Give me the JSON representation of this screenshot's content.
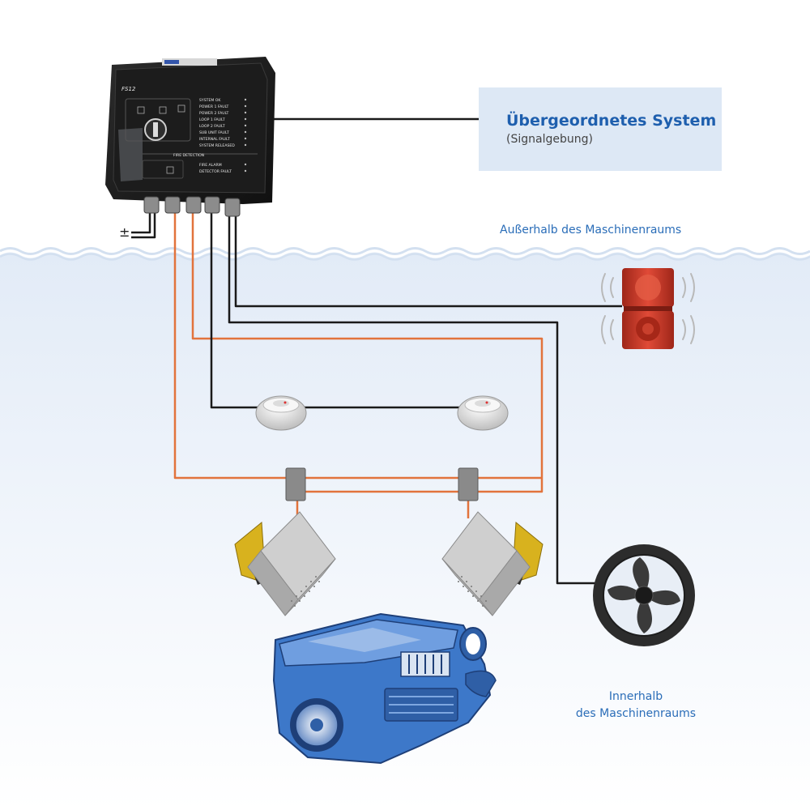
{
  "upper_system": {
    "title": "Übergeordnetes System",
    "subtitle": "(Signalgebung)"
  },
  "zones": {
    "outside": "Außerhalb des Maschinenraums",
    "inside_line1": "Innerhalb",
    "inside_line2": "des Maschinenraums"
  },
  "power_symbol": "±",
  "panel": {
    "model": "FS12",
    "indicators": [
      "SYSTEM OK",
      "POWER 1 FAULT",
      "POWER 2 FAULT",
      "LOOP 1 FAULT",
      "LOOP 2 FAULT",
      "SUB UNIT FAULT",
      "INTERNAL FAULT",
      "SYSTEM RELEASED"
    ],
    "section_label": "FIRE DETECTION",
    "alarm_indicators": [
      "FIRE ALARM",
      "DETECTOR FAULT"
    ]
  },
  "colors": {
    "wire_signal": "#1a1a1a",
    "wire_release": "#e2733c",
    "engine": "#3d78c9",
    "upper_box": "#dde8f5",
    "label": "#2a6db8",
    "beacon": "#c8362b"
  }
}
